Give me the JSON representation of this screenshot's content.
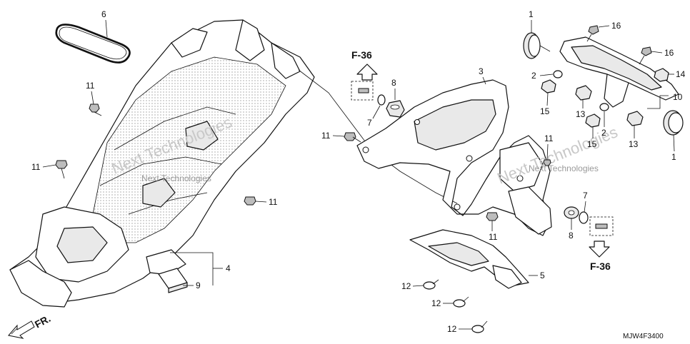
{
  "diagram": {
    "drawing_code": "MJW4F3400",
    "front_marker": "FR.",
    "section_ref_top": "F-36",
    "section_ref_bottom": "F-36",
    "watermark_large": "Next Technologies",
    "watermark_small": "Next Technologies",
    "callouts": {
      "c1a": "1",
      "c1b": "1",
      "c2a": "2",
      "c2b": "2",
      "c3": "3",
      "c4": "4",
      "c5": "5",
      "c6": "6",
      "c7a": "7",
      "c7b": "7",
      "c8a": "8",
      "c8b": "8",
      "c9": "9",
      "c10": "10",
      "c11a": "11",
      "c11b": "11",
      "c11c": "11",
      "c11d": "11",
      "c11e": "11",
      "c11f": "11",
      "c12a": "12",
      "c12b": "12",
      "c12c": "12",
      "c13a": "13",
      "c13b": "13",
      "c14": "14",
      "c15a": "15",
      "c15b": "15",
      "c16a": "16",
      "c16b": "16"
    }
  }
}
